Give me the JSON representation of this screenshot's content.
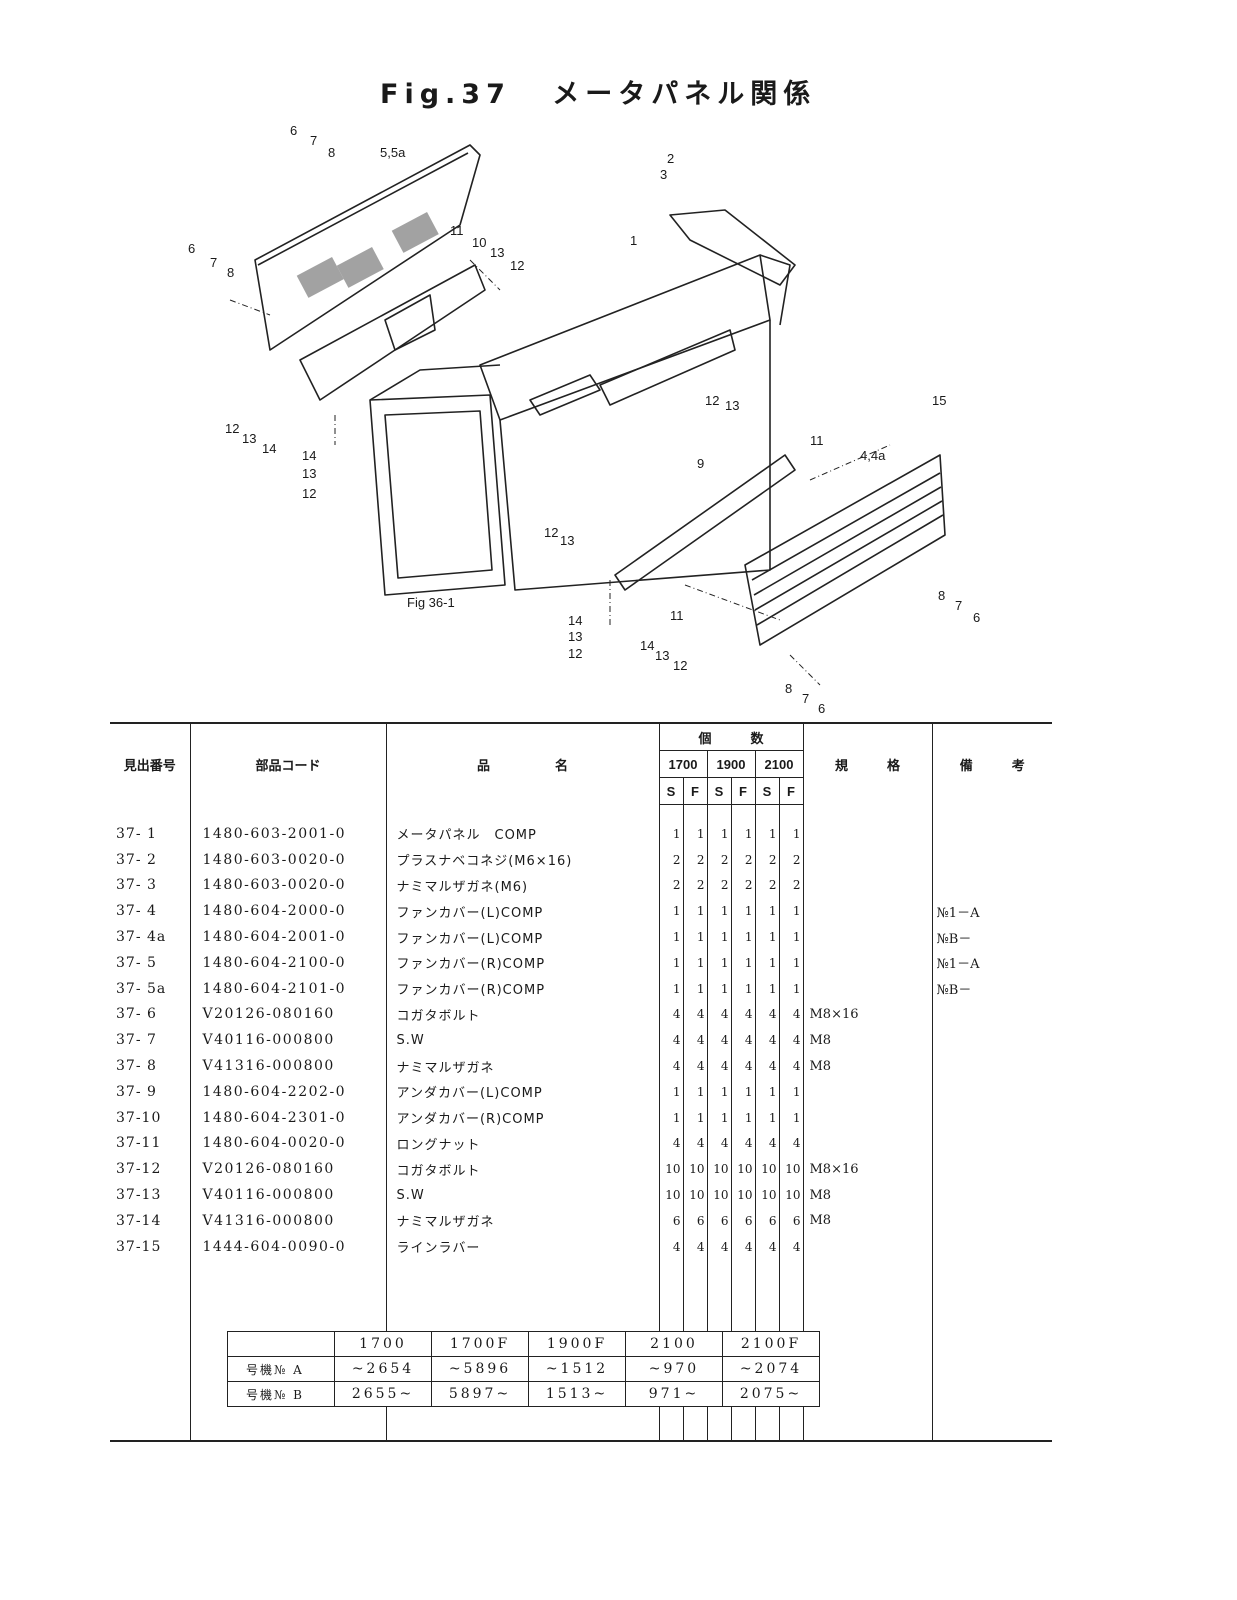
{
  "page": {
    "fig_label": "Fig.37",
    "fig_title": "メータパネル関係"
  },
  "diagram": {
    "labels": [
      "6",
      "7",
      "8",
      "5,5a",
      "6",
      "7",
      "8",
      "11",
      "10",
      "13",
      "12",
      "2",
      "3",
      "1",
      "12",
      "13",
      "14",
      "14",
      "13",
      "12",
      "12",
      "13",
      "11",
      "4,4a",
      "15",
      "9",
      "12",
      "13",
      "Fig 36-1",
      "14",
      "13",
      "12",
      "11",
      "14",
      "13",
      "12",
      "8",
      "7",
      "6",
      "8",
      "7",
      "6"
    ]
  },
  "table": {
    "headers": {
      "no": "見出番号",
      "code": "部品コード",
      "name": "品　　　　　名",
      "qty": "個　　　数",
      "spec": "規　　　格",
      "note": "備　　　考",
      "models": [
        "1700",
        "1900",
        "2100"
      ],
      "sf": [
        "S",
        "F",
        "S",
        "F",
        "S",
        "F"
      ]
    },
    "rows": [
      {
        "no": "37- 1",
        "code": "1480-603-2001-0",
        "name": "メータパネル　COMP",
        "qty": [
          "1",
          "1",
          "1",
          "1",
          "1",
          "1"
        ],
        "spec": "",
        "note": ""
      },
      {
        "no": "37- 2",
        "code": "1480-603-0020-0",
        "name": "プラスナベコネジ(M6×16)",
        "qty": [
          "2",
          "2",
          "2",
          "2",
          "2",
          "2"
        ],
        "spec": "",
        "note": ""
      },
      {
        "no": "37- 3",
        "code": "1480-603-0020-0",
        "name": "ナミマルザガネ(M6)",
        "qty": [
          "2",
          "2",
          "2",
          "2",
          "2",
          "2"
        ],
        "spec": "",
        "note": ""
      },
      {
        "no": "37- 4",
        "code": "1480-604-2000-0",
        "name": "ファンカバー(L)COMP",
        "qty": [
          "1",
          "1",
          "1",
          "1",
          "1",
          "1"
        ],
        "spec": "",
        "note": "№1－A"
      },
      {
        "no": "37- 4a",
        "code": "1480-604-2001-0",
        "name": "ファンカバー(L)COMP",
        "qty": [
          "1",
          "1",
          "1",
          "1",
          "1",
          "1"
        ],
        "spec": "",
        "note": "№B－"
      },
      {
        "no": "37- 5",
        "code": "1480-604-2100-0",
        "name": "ファンカバー(R)COMP",
        "qty": [
          "1",
          "1",
          "1",
          "1",
          "1",
          "1"
        ],
        "spec": "",
        "note": "№1－A"
      },
      {
        "no": "37- 5a",
        "code": "1480-604-2101-0",
        "name": "ファンカバー(R)COMP",
        "qty": [
          "1",
          "1",
          "1",
          "1",
          "1",
          "1"
        ],
        "spec": "",
        "note": "№B－"
      },
      {
        "no": "37- 6",
        "code": "V20126-080160",
        "name": "コガタボルト",
        "qty": [
          "4",
          "4",
          "4",
          "4",
          "4",
          "4"
        ],
        "spec": "M8×16",
        "note": ""
      },
      {
        "no": "37- 7",
        "code": "V40116-000800",
        "name": "S.W",
        "qty": [
          "4",
          "4",
          "4",
          "4",
          "4",
          "4"
        ],
        "spec": "M8",
        "note": ""
      },
      {
        "no": "37- 8",
        "code": "V41316-000800",
        "name": "ナミマルザガネ",
        "qty": [
          "4",
          "4",
          "4",
          "4",
          "4",
          "4"
        ],
        "spec": "M8",
        "note": ""
      },
      {
        "no": "37- 9",
        "code": "1480-604-2202-0",
        "name": "アンダカバー(L)COMP",
        "qty": [
          "1",
          "1",
          "1",
          "1",
          "1",
          "1"
        ],
        "spec": "",
        "note": ""
      },
      {
        "no": "37-10",
        "code": "1480-604-2301-0",
        "name": "アンダカバー(R)COMP",
        "qty": [
          "1",
          "1",
          "1",
          "1",
          "1",
          "1"
        ],
        "spec": "",
        "note": ""
      },
      {
        "no": "37-11",
        "code": "1480-604-0020-0",
        "name": "ロングナット",
        "qty": [
          "4",
          "4",
          "4",
          "4",
          "4",
          "4"
        ],
        "spec": "",
        "note": ""
      },
      {
        "no": "37-12",
        "code": "V20126-080160",
        "name": "コガタボルト",
        "qty": [
          "10",
          "10",
          "10",
          "10",
          "10",
          "10"
        ],
        "spec": "M8×16",
        "note": ""
      },
      {
        "no": "37-13",
        "code": "V40116-000800",
        "name": "S.W",
        "qty": [
          "10",
          "10",
          "10",
          "10",
          "10",
          "10"
        ],
        "spec": "M8",
        "note": ""
      },
      {
        "no": "37-14",
        "code": "V41316-000800",
        "name": "ナミマルザガネ",
        "qty": [
          "6",
          "6",
          "6",
          "6",
          "6",
          "6"
        ],
        "spec": "M8",
        "note": ""
      },
      {
        "no": "37-15",
        "code": "1444-604-0090-0",
        "name": "ラインラバー",
        "qty": [
          "4",
          "4",
          "4",
          "4",
          "4",
          "4"
        ],
        "spec": "",
        "note": ""
      }
    ]
  },
  "serial_table": {
    "columns": [
      "1700",
      "1700F",
      "1900F",
      "2100",
      "2100F"
    ],
    "rows": [
      {
        "label": "号機№ A",
        "values": [
          "~2654",
          "~5896",
          "~1512",
          "~970",
          "~2074"
        ]
      },
      {
        "label": "号機№ B",
        "values": [
          "2655~",
          "5897~",
          "1513~",
          "971~",
          "2075~"
        ]
      }
    ]
  }
}
